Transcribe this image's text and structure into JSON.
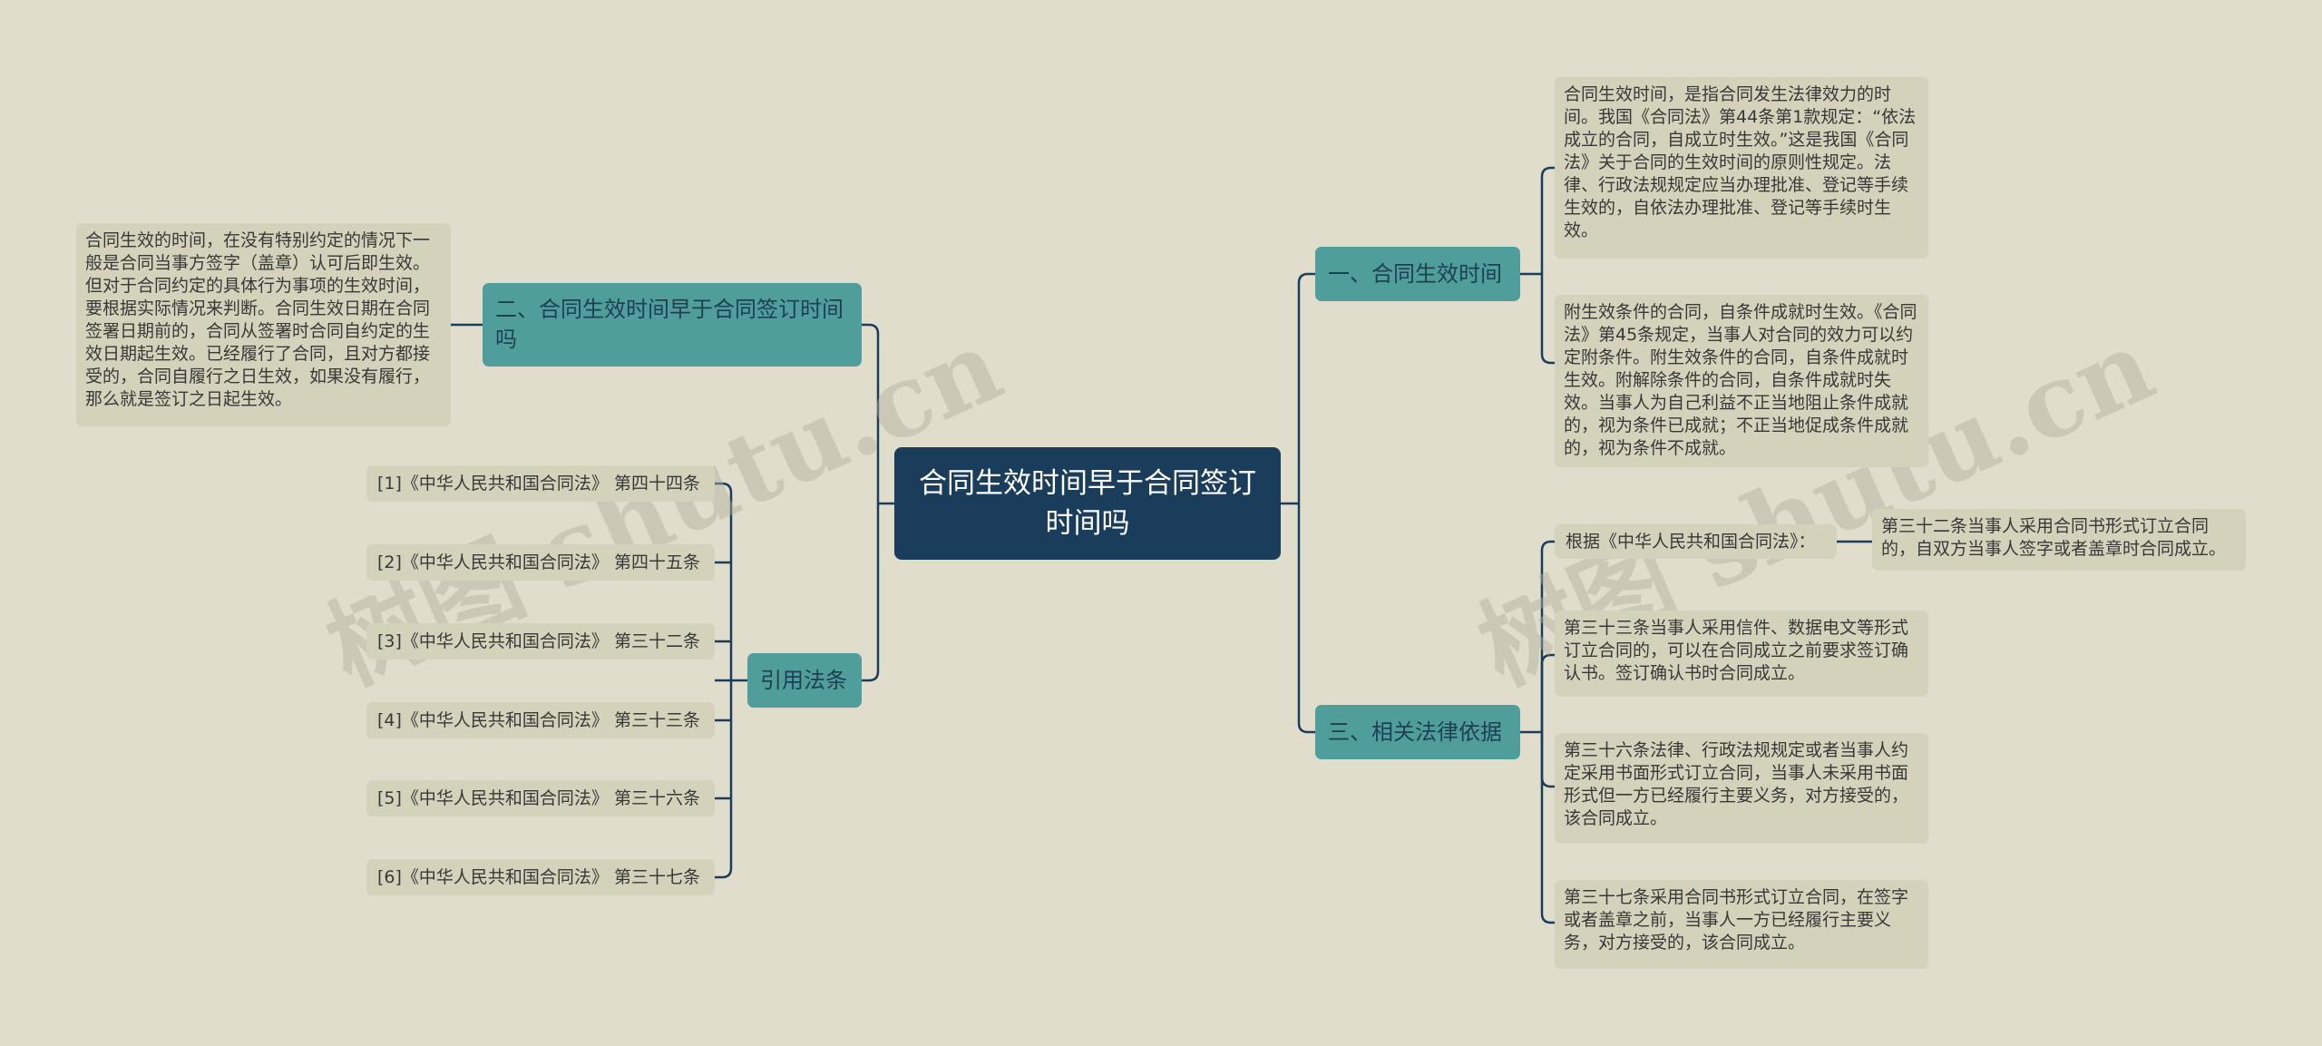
{
  "root": {
    "title": "合同生效时间早于合同签订时间吗"
  },
  "branches": {
    "b1": {
      "label": "一、合同生效时间",
      "leaves": [
        "合同生效时间，是指合同发生法律效力的时间。我国《合同法》第44条第1款规定：“依法成立的合同，自成立时生效。”这是我国《合同法》关于合同的生效时间的原则性规定。法律、行政法规规定应当办理批准、登记等手续生效的，自依法办理批准、登记等手续时生效。",
        "附生效条件的合同，自条件成就时生效。《合同法》第45条规定，当事人对合同的效力可以约定附条件。附生效条件的合同，自条件成就时生效。附解除条件的合同，自条件成就时失效。当事人为自己利益不正当地阻止条件成就的，视为条件已成就；不正当地促成条件成就的，视为条件不成就。"
      ]
    },
    "b2": {
      "label": "二、合同生效时间早于合同签订时间吗",
      "leaf": "合同生效的时间，在没有特别约定的情况下一般是合同当事方签字（盖章）认可后即生效。但对于合同约定的具体行为事项的生效时间，要根据实际情况来判断。合同生效日期在合同签署日期前的，合同从签署时合同自约定的生效日期起生效。已经履行了合同，且对方都接受的，合同自履行之日生效，如果没有履行，那么就是签订之日起生效。"
    },
    "b3": {
      "label": "三、相关法律依据",
      "basis": "根据《中华人民共和国合同法》：",
      "article32": "第三十二条当事人采用合同书形式订立合同的，自双方当事人签字或者盖章时合同成立。",
      "leaves": [
        "第三十三条当事人采用信件、数据电文等形式订立合同的，可以在合同成立之前要求签订确认书。签订确认书时合同成立。",
        "第三十六条法律、行政法规规定或者当事人约定采用书面形式订立合同，当事人未采用书面形式但一方已经履行主要义务，对方接受的，该合同成立。",
        "第三十七条采用合同书形式订立合同，在签字或者盖章之前，当事人一方已经履行主要义务，对方接受的，该合同成立。"
      ]
    },
    "b4": {
      "label": "引用法条",
      "refs": [
        "[1]《中华人民共和国合同法》 第四十四条",
        "[2]《中华人民共和国合同法》 第四十五条",
        "[3]《中华人民共和国合同法》 第三十二条",
        "[4]《中华人民共和国合同法》 第三十三条",
        "[5]《中华人民共和国合同法》 第三十六条",
        "[6]《中华人民共和国合同法》 第三十七条"
      ]
    }
  },
  "watermarks": [
    "树图 shutu.cn",
    "树图 shutu.cn"
  ],
  "colors": {
    "background": "#e0ddcc",
    "root": "#1b3d5c",
    "branch": "#4f9e9b",
    "leaf": "#d5d2bc",
    "line": "#1b3d5c"
  }
}
